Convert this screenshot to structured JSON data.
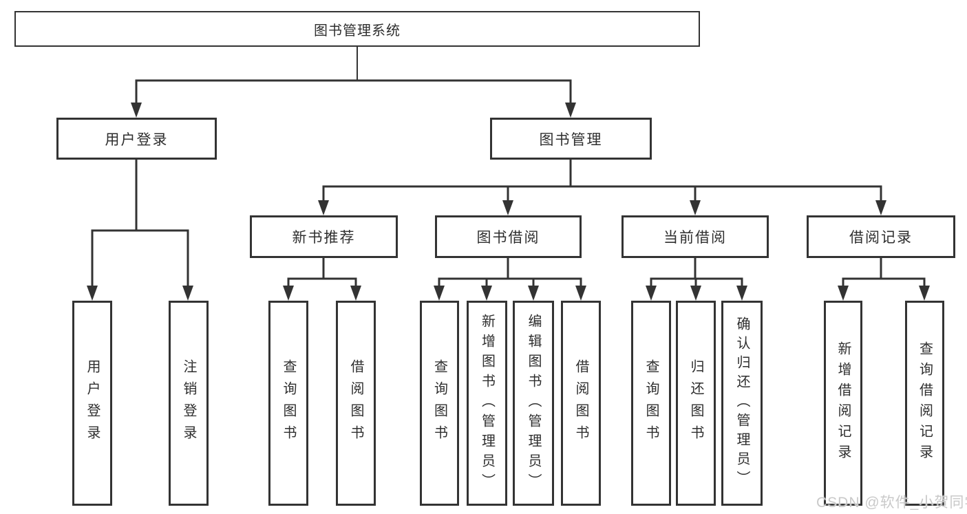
{
  "diagram": {
    "title": "图书管理系统",
    "root": {
      "label": "图书管理系统"
    },
    "level2": [
      {
        "id": "user-login",
        "label": "用户登录"
      },
      {
        "id": "book-management",
        "label": "图书管理"
      }
    ],
    "level3": [
      {
        "id": "new-book-recommend",
        "label": "新书推荐"
      },
      {
        "id": "book-borrowing",
        "label": "图书借阅"
      },
      {
        "id": "current-borrowing",
        "label": "当前借阅"
      },
      {
        "id": "borrowing-records",
        "label": "借阅记录"
      }
    ],
    "leaves": [
      {
        "id": "user-login-leaf",
        "parent": "user-login",
        "label": "用户登录"
      },
      {
        "id": "logout",
        "parent": "user-login",
        "label": "注销登录"
      },
      {
        "id": "query-books-recommend",
        "parent": "new-book-recommend",
        "label": "查询图书"
      },
      {
        "id": "borrow-books-recommend",
        "parent": "new-book-recommend",
        "label": "借阅图书"
      },
      {
        "id": "query-books-borrowing",
        "parent": "book-borrowing",
        "label": "查询图书"
      },
      {
        "id": "add-book-admin",
        "parent": "book-borrowing",
        "label": "新增图书（管理员）"
      },
      {
        "id": "edit-book-admin",
        "parent": "book-borrowing",
        "label": "编辑图书（管理员）"
      },
      {
        "id": "borrow-book",
        "parent": "book-borrowing",
        "label": "借阅图书"
      },
      {
        "id": "query-books-current",
        "parent": "current-borrowing",
        "label": "查询图书"
      },
      {
        "id": "return-book",
        "parent": "current-borrowing",
        "label": "归还图书"
      },
      {
        "id": "confirm-return-admin",
        "parent": "current-borrowing",
        "label": "确认归还（管理员）"
      },
      {
        "id": "add-borrow-record",
        "parent": "borrowing-records",
        "label": "新增借阅记录"
      },
      {
        "id": "query-borrow-record",
        "parent": "borrowing-records",
        "label": "查询借阅记录"
      }
    ]
  },
  "watermark": {
    "text": "CSDN @软件_小贺同学",
    "color": "#c9c9c9"
  },
  "colors": {
    "line": "#333333",
    "box_border": "#333333",
    "text": "#2e2e2e",
    "background": "#ffffff"
  }
}
